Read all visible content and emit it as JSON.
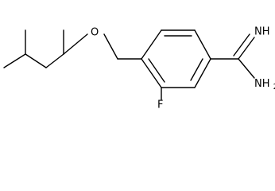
{
  "molecule": {
    "atoms": {
      "oxygen": "O",
      "fluorine": "F",
      "imine": "NH",
      "amine": "NH",
      "amine_subscript": "2"
    }
  }
}
